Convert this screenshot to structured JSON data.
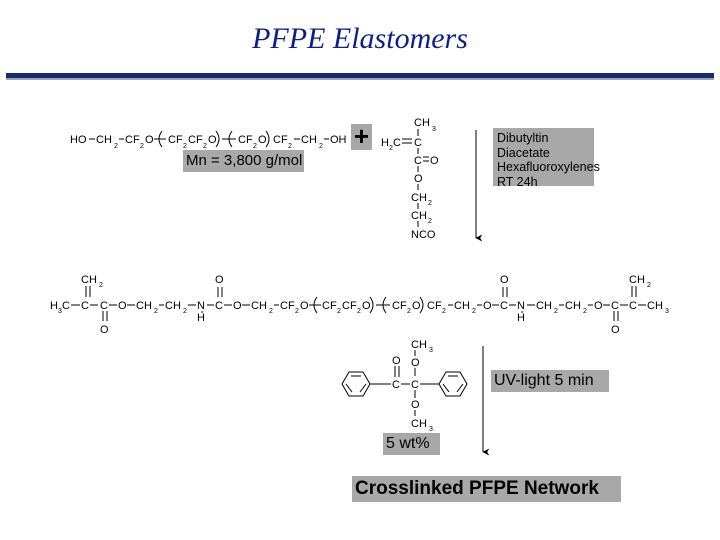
{
  "title": "PFPE Elastomers",
  "labels": {
    "molecular_weight": "Mn = 3,800 g/mol",
    "plus": "+",
    "catalyst_line1": "Dibutyltin Diacetate",
    "catalyst_line2": "Hexafluoroxylenes",
    "catalyst_line3": "RT 24h",
    "uv_light": "UV-light 5 min",
    "photoinitiator_amount": "5 wt%",
    "product": "Crosslinked PFPE Network"
  },
  "chem": {
    "ho": "HO",
    "ch2": "CH",
    "cf2": "CF",
    "cf2o": "CF",
    "oh": "OH",
    "o": "O",
    "c": "C",
    "n": "N",
    "h": "H",
    "ch3": "CH",
    "h3c": "H",
    "h2c": "H",
    "nco": "NCO",
    "sub2": "2",
    "sub3": "3"
  },
  "colors": {
    "title": "#0c1f8a",
    "rule": "#1b2a6e",
    "label_box": "#a8a8a8"
  }
}
